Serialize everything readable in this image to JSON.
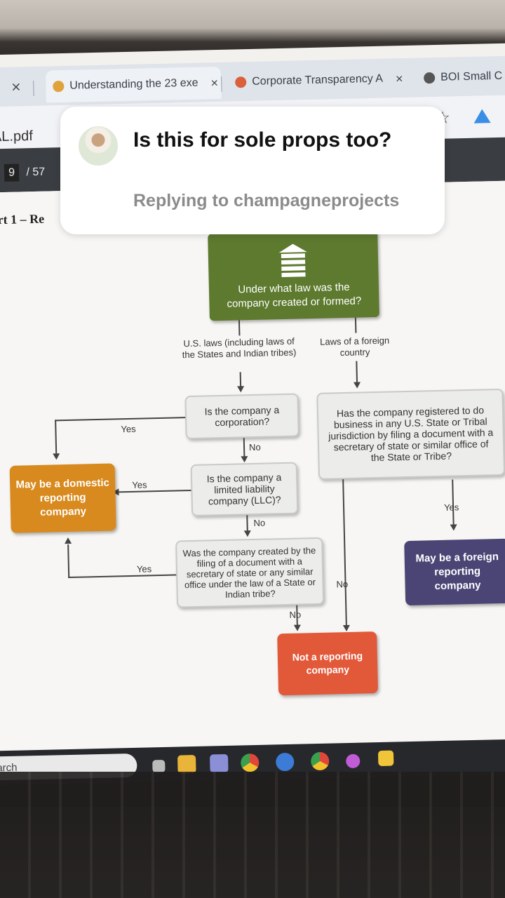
{
  "browser": {
    "tabs": [
      {
        "label": "Understanding the 23 exe",
        "close": "×"
      },
      {
        "label": "Corporate Transparency A",
        "close": "×"
      },
      {
        "label": "BOI Small C"
      }
    ],
    "tab_left_close": "×",
    "pdf_filename": "AL.pdf",
    "page_current": "9",
    "page_total": "/ 57"
  },
  "document": {
    "part_heading": "art 1 – Re",
    "flowchart": {
      "start": "Under what law was the company created or formed?",
      "branch_us": "U.S. laws (including laws of the States and Indian tribes)",
      "branch_foreign": "Laws of a foreign country",
      "q_corporation": "Is the company a corporation?",
      "q_llc": "Is the company a limited liability company (LLC)?",
      "q_filed": "Was the company created by the filing of a document with a secretary of state or any similar office under the law of a State or Indian tribe?",
      "q_foreign_registered": "Has the company registered to do business in any U.S. State or Tribal jurisdiction by filing a document with a secretary of state or similar office of the State or Tribe?",
      "result_domestic": "May be a domestic reporting company",
      "result_foreign": "May be a foreign reporting company",
      "result_not": "Not a reporting company",
      "yes": "Yes",
      "no": "No"
    }
  },
  "taskbar": {
    "search_label": "arch"
  },
  "comment": {
    "text": "Is this for sole props too?",
    "reply": "Replying to champagneprojects"
  },
  "colors": {
    "start_box": "#5d7a2f",
    "domestic_box": "#d88a1e",
    "foreign_box": "#4a4575",
    "not_box": "#e2593a"
  }
}
